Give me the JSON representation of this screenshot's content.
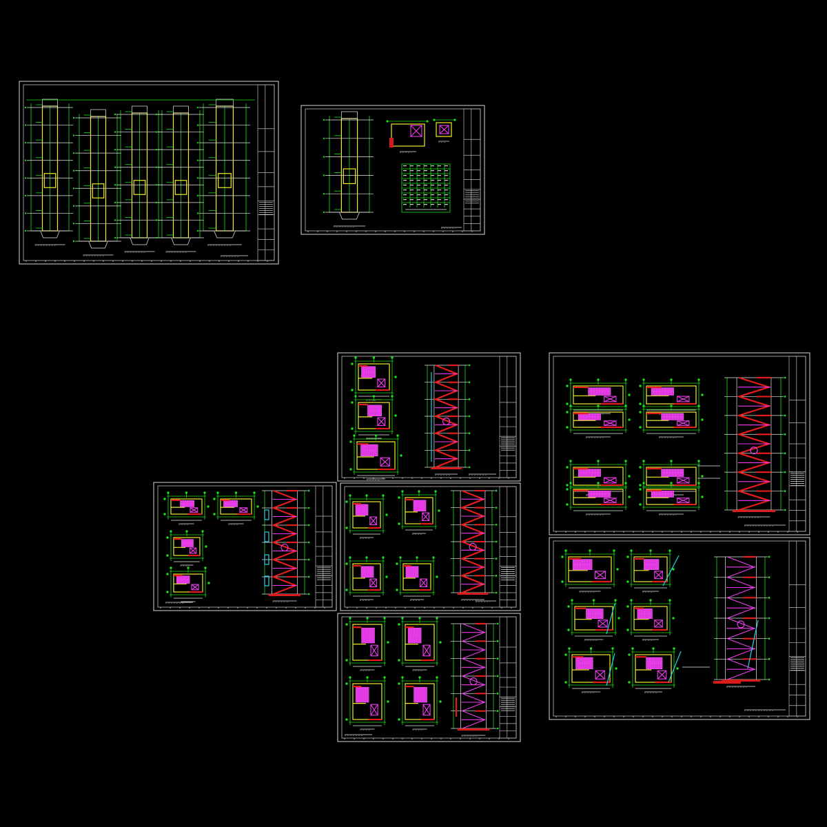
{
  "drawing": {
    "background": "#000000",
    "colors": {
      "frame": "#d8d8d8",
      "grid_axis": "#19e019",
      "wall_yellow": "#f2ee2a",
      "stair_magenta": "#f23cf2",
      "slab_red": "#e61c1c",
      "glass_cyan": "#26d6e6"
    },
    "sheets": [
      {
        "id": "sheet-1",
        "kind": "elevator-shaft-sections"
      },
      {
        "id": "sheet-2",
        "kind": "elevator-section-with-table"
      },
      {
        "id": "sheet-3",
        "kind": "stair-plans-and-section"
      },
      {
        "id": "sheet-4",
        "kind": "stair-plans-and-section"
      },
      {
        "id": "sheet-5",
        "kind": "stair-plans-and-section"
      },
      {
        "id": "sheet-6",
        "kind": "stair-plans-and-section"
      },
      {
        "id": "sheet-7",
        "kind": "stair-plans-and-section"
      },
      {
        "id": "sheet-8",
        "kind": "stair-plans-and-section"
      }
    ]
  }
}
